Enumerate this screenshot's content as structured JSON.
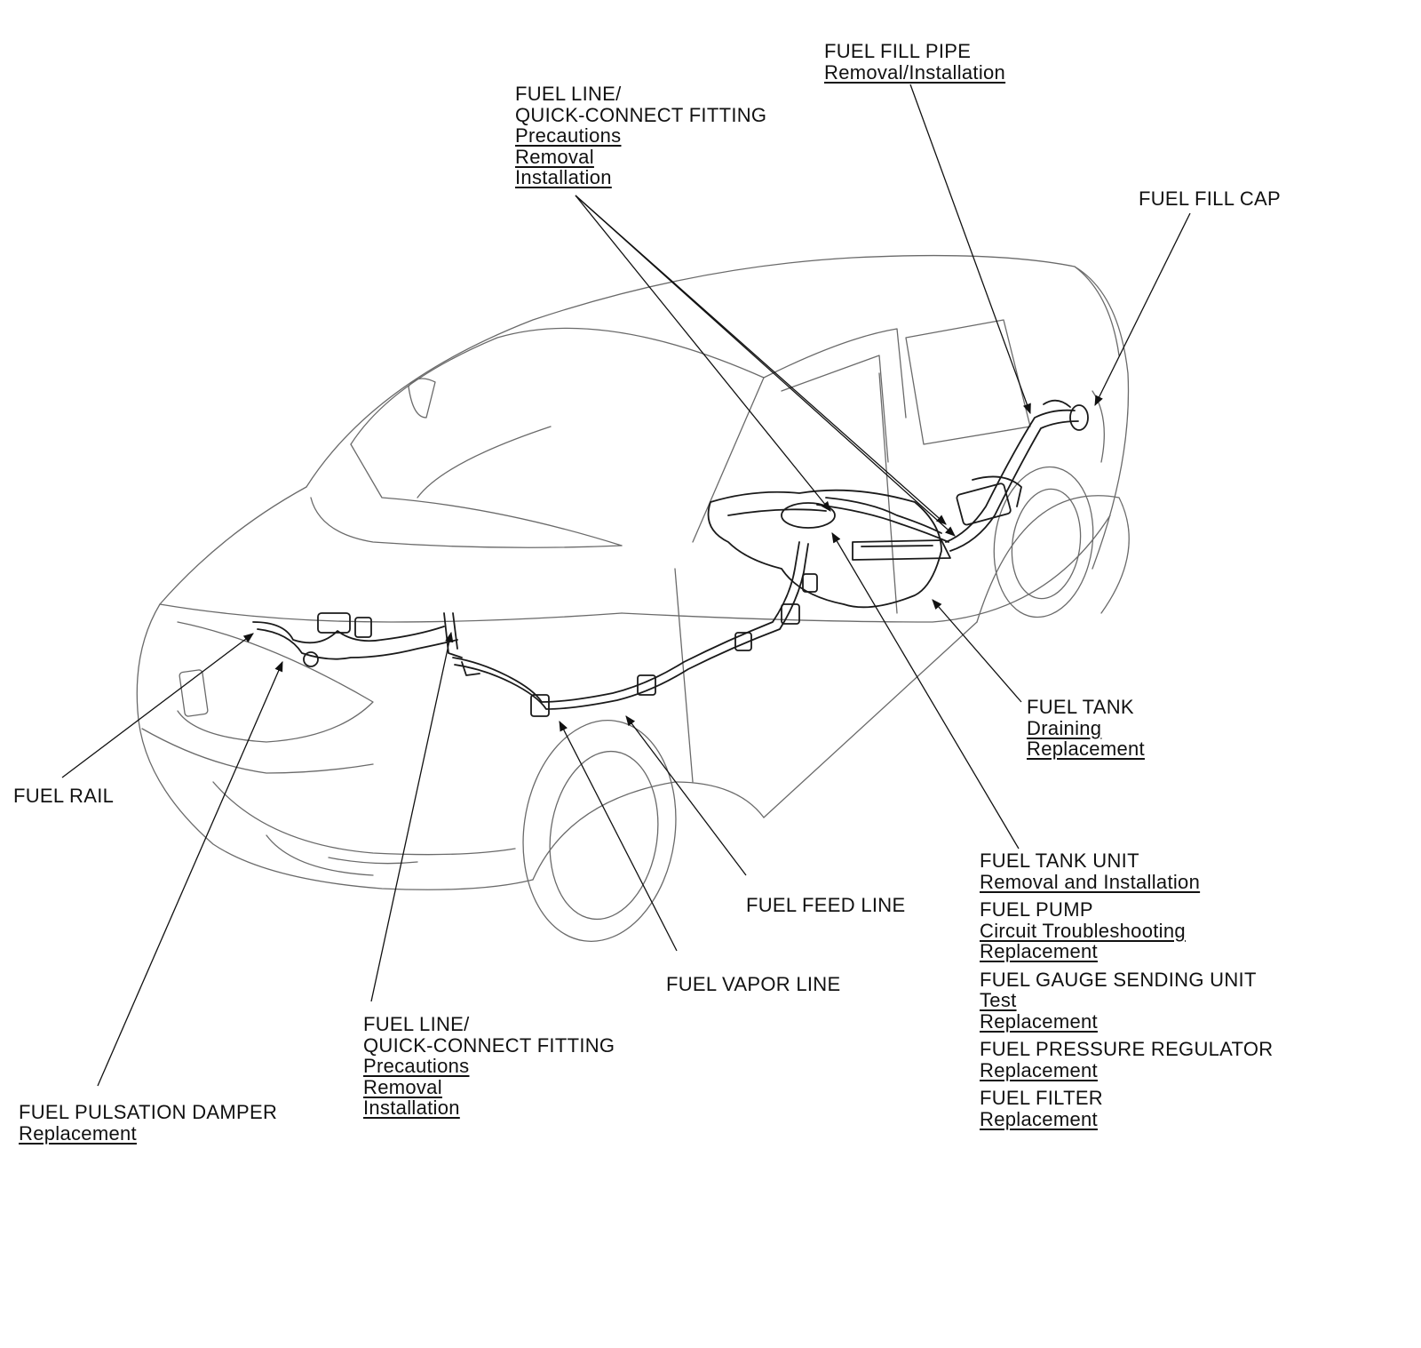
{
  "callouts": {
    "fuel_fill_pipe": {
      "title": "FUEL FILL PIPE",
      "links": [
        "Removal/Installation"
      ]
    },
    "fuel_line_top": {
      "title": [
        "FUEL LINE/",
        "QUICK-CONNECT FITTING"
      ],
      "links": [
        "Precautions",
        "Removal",
        "Installation"
      ]
    },
    "fuel_fill_cap": {
      "title": "FUEL FILL CAP"
    },
    "fuel_tank": {
      "title": "FUEL TANK",
      "links": [
        "Draining",
        "Replacement"
      ]
    },
    "fuel_rail": {
      "title": "FUEL RAIL"
    },
    "fuel_feed_line": {
      "title": "FUEL FEED LINE"
    },
    "fuel_vapor_line": {
      "title": "FUEL VAPOR LINE"
    },
    "fuel_line_bottom": {
      "title": [
        "FUEL LINE/",
        "QUICK-CONNECT FITTING"
      ],
      "links": [
        "Precautions",
        "Removal",
        "Installation"
      ]
    },
    "fuel_pulsation_damper": {
      "title": "FUEL PULSATION DAMPER",
      "links": [
        "Replacement"
      ]
    },
    "fuel_tank_unit_group": [
      {
        "title": "FUEL TANK UNIT",
        "links": [
          "Removal and Installation"
        ]
      },
      {
        "title": "FUEL PUMP",
        "links": [
          "Circuit Troubleshooting",
          "Replacement"
        ]
      },
      {
        "title": "FUEL GAUGE SENDING UNIT",
        "links": [
          "Test",
          "Replacement"
        ]
      },
      {
        "title": "FUEL PRESSURE REGULATOR",
        "links": [
          "Replacement"
        ]
      },
      {
        "title": "FUEL FILTER",
        "links": [
          "Replacement"
        ]
      }
    ]
  }
}
